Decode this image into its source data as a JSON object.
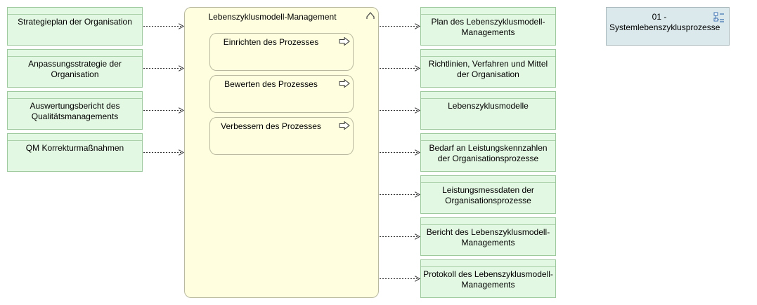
{
  "inputs": [
    {
      "label": "Strategieplan der Organisation"
    },
    {
      "label": "Anpassungsstrategie der Organisation"
    },
    {
      "label": "Auswertungsbericht des Qualitätsmanagements"
    },
    {
      "label": "QM Korrekturmaßnahmen"
    }
  ],
  "process": {
    "title": "Lebenszyklusmodell-Management",
    "subprocesses": [
      {
        "label": "Einrichten des Prozesses"
      },
      {
        "label": "Bewerten des Prozesses"
      },
      {
        "label": "Verbessern des Prozesses"
      }
    ]
  },
  "outputs": [
    {
      "label": "Plan des Lebenszyklusmodell-Managements"
    },
    {
      "label": "Richtlinien, Verfahren und Mittel der Organisation"
    },
    {
      "label": "Lebenszyklusmodelle"
    },
    {
      "label": "Bedarf an Leistungskennzahlen der Organisationsprozesse"
    },
    {
      "label": "Leistungsmessdaten der Organisationsprozesse"
    },
    {
      "label": "Bericht des Lebenszyklusmodell-Managements"
    },
    {
      "label": "Protokoll des Lebenszyklusmodell-Managements"
    }
  ],
  "system": {
    "label": "01 - Systemlebenszyklusprozesse"
  },
  "colors": {
    "object_fill": "#e3f8e3",
    "process_fill": "#ffffe0",
    "system_fill": "#dbe9ec",
    "connector": "#333333"
  }
}
